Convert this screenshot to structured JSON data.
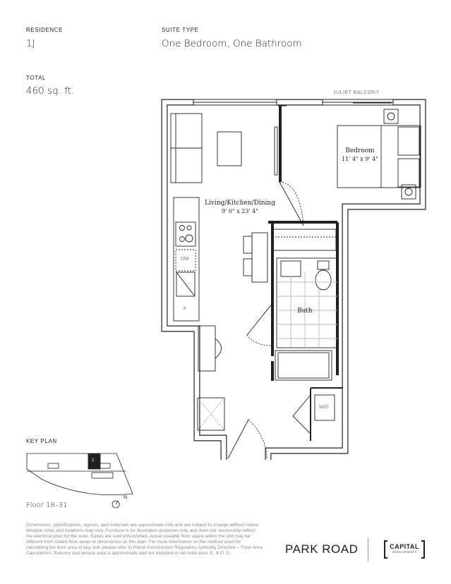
{
  "header": {
    "residence_label": "RESIDENCE",
    "residence_value": "1J",
    "suite_type_label": "SUITE TYPE",
    "suite_type_value": "One Bedroom, One Bathroom",
    "total_label": "TOTAL",
    "total_value": "460 sq. ft."
  },
  "plan": {
    "balcony_label": "JULIET BALCONY",
    "rooms": [
      {
        "name": "Bedroom",
        "dims": "11' 4\" x 9' 4\""
      },
      {
        "name": "Living/Kitchen/Dining",
        "dims": "9' 0\" x 23' 4\""
      },
      {
        "name": "Bath"
      }
    ],
    "appliances": {
      "dishwasher": "DW",
      "fridge": "F",
      "washer_dryer": "W/D"
    }
  },
  "key_plan": {
    "label": "KEY PLAN",
    "unit_marker": "1",
    "north": "N",
    "floor": "Floor 18–31"
  },
  "footer": {
    "disclaimer": "Dimensions, specifications, layouts, and materials are approximate only and are subject to change without notice. Window sizes and locations may vary. Furniture is for illustration purposes only and does not necessarily reflect the electrical plan for the suite. Suites are sold unfurnished. Actual useable floor space within the unit may be different from stated floor areas or dimensions on this plan. For more information on the method used for calculating the floor area of any unit, please refer to Home Construction Regulatory Authority Directive – Floor Area Calculations. Balcony and terrace area is approximate and not included in net suite area. E. & O. E.",
    "brand": "PARK ROAD",
    "developer_name": "CAPITAL",
    "developer_sub": "DEVELOPMENTS"
  }
}
